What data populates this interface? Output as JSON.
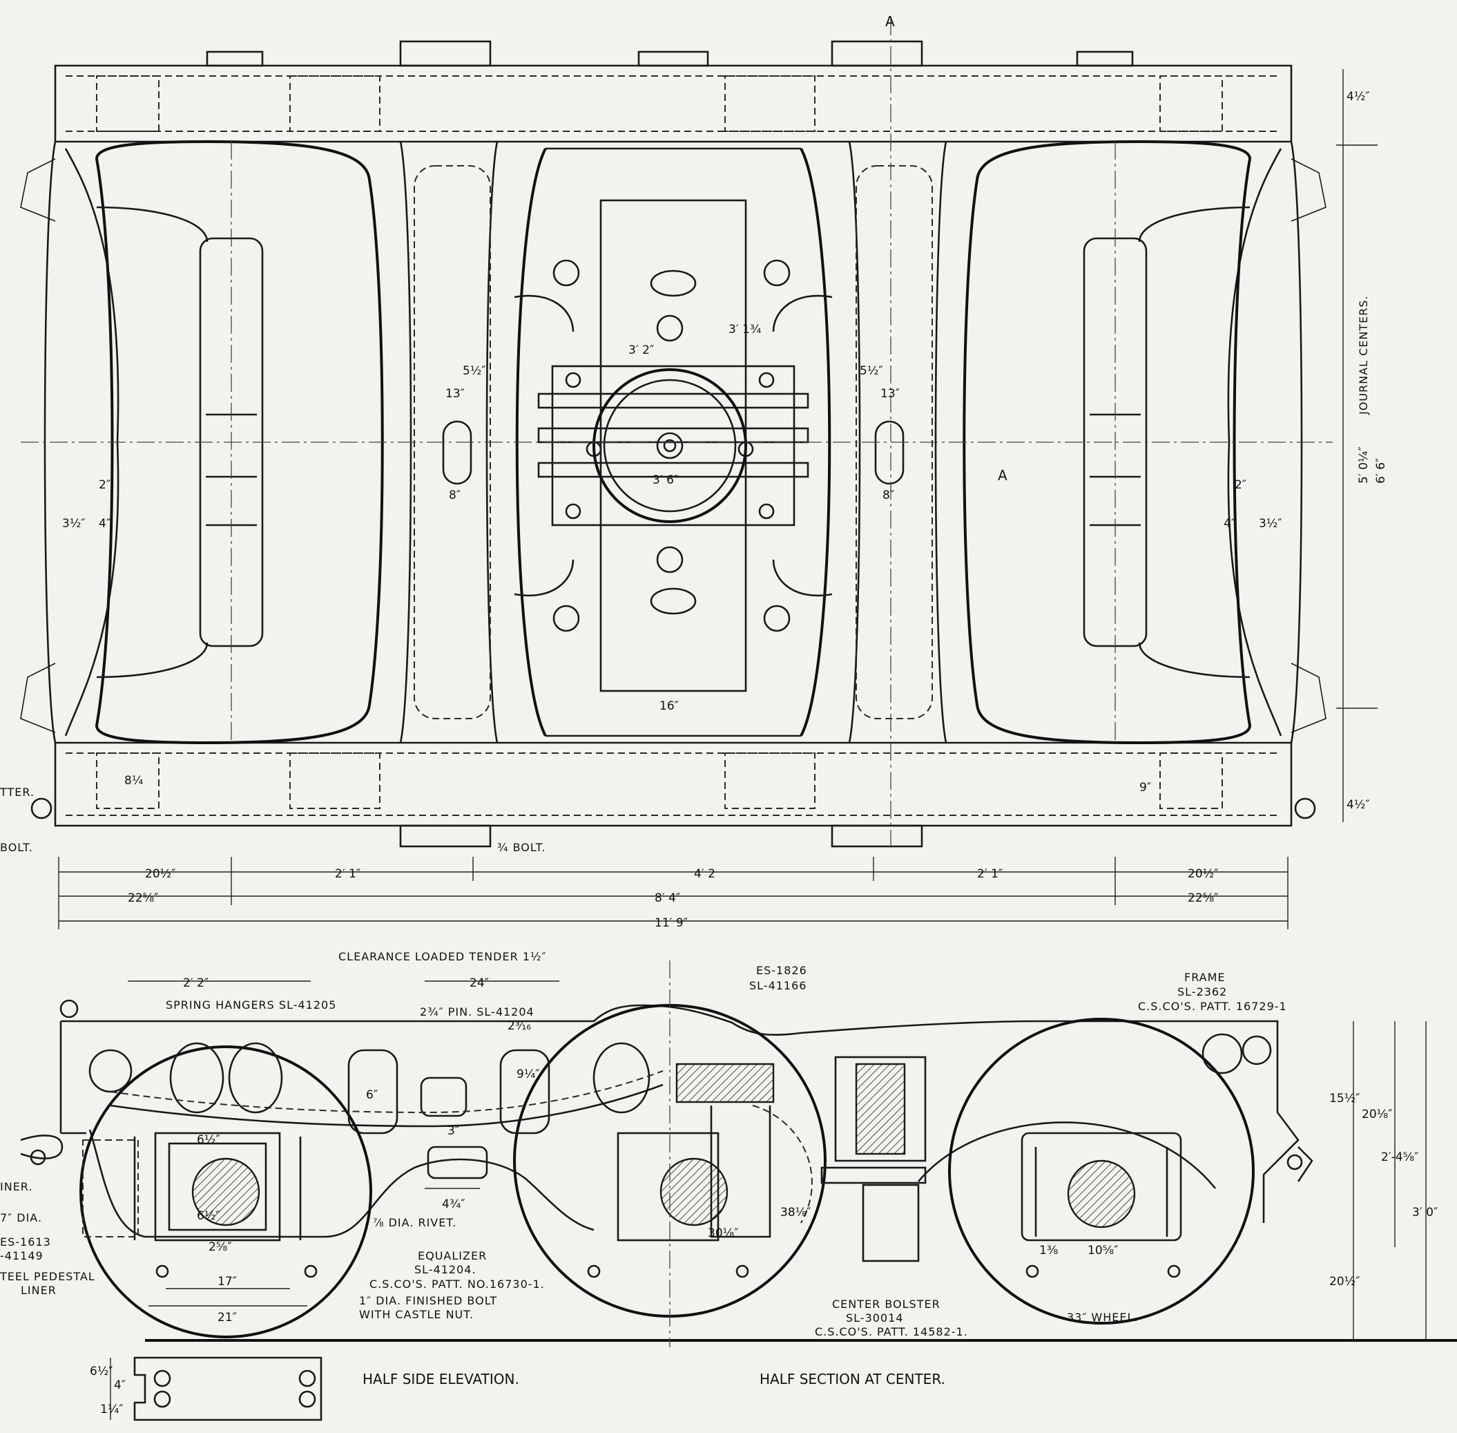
{
  "section_marks": {
    "top": "A",
    "bottom": "A"
  },
  "plan_dims": {
    "end_20a": "20½″",
    "span_2_1a": "2′ 1″",
    "center_4_2": "4′ 2",
    "span_2_1b": "2′ 1″",
    "end_20b": "20½″",
    "end_22a": "22⅝″",
    "wheelbase": "8′ 4″",
    "end_22b": "22⅝″",
    "overall": "11′ 9″",
    "bolster_width": "16″",
    "center_pin": "3′ 6″",
    "c_3_2": "3′ 2″",
    "c_3_1": "3′ 1¾",
    "d_5a": "5½″",
    "d_5b": "5½″",
    "d_13a": "13″",
    "d_13b": "13″",
    "d_8a": "8″",
    "d_8b": "8″",
    "d_2a": "2″",
    "d_2b": "2″",
    "d_3a": "3½″",
    "d_4a": "4″",
    "d_4b": "4″",
    "d_3b": "3½″",
    "d_9": "9″",
    "d_8q": "8¼",
    "d_4top": "4½″",
    "d_4bot": "4½″",
    "journal_a": "5′ 0¼″",
    "journal_b": "6′ 6″",
    "journal_label": "JOURNAL CENTERS.",
    "bolt_label": "¾ BOLT.",
    "left_tter": "TTER.",
    "left_bolt": "BOLT."
  },
  "elev_labels": {
    "clearance": "CLEARANCE LOADED TENDER 1½″",
    "d_2_2": "2′ 2″",
    "d_24": "24″",
    "spring_hangers": "SPRING HANGERS SL-41205",
    "pin": "2¾″ PIN. SL-41204",
    "es1826": "ES-1826",
    "sl41166": "SL-41166",
    "frame": "FRAME",
    "sl2362": "SL-2362",
    "frame_patt": "C.S.CO'S. PATT. 16729-1",
    "inner": "INER.",
    "dia7": "7″ DIA.",
    "es1613": "ES-1613",
    "sl4114": "-41149",
    "pedestal_1": "TEEL PEDESTAL",
    "pedestal_2": "LINER",
    "rivet": "⅞ DIA. RIVET.",
    "equalizer": "EQUALIZER",
    "eq_sl": "SL-41204.",
    "eq_patt": "C.S.CO'S. PATT. NO.16730-1.",
    "fin_bolt_1": "1″ DIA. FINISHED BOLT",
    "fin_bolt_2": "WITH CASTLE NUT.",
    "center_bolster": "CENTER BOLSTER",
    "cb_sl": "SL-30014",
    "cb_patt": "C.S.CO'S. PATT. 14582-1.",
    "wheel": "33″ WHEEL.",
    "d_17": "17″",
    "d_21": "21″",
    "d_4_3": "4¾″",
    "d_3": "3″",
    "d_6": "6″",
    "d_9q": "9¼″",
    "d_2_3": "2³⁄₁₆",
    "d_6h": "6½″",
    "d_6h2": "6½″",
    "d_2_5": "2⁵⁄₈″",
    "d_30": "30⅛″",
    "d_38": "38⅛″",
    "d_10": "10⅝″",
    "d_1_3": "1⅜",
    "d_15": "15½″",
    "d_20_1": "20⅛″",
    "d_2_4": "2′-4⅝″",
    "d_3_0": "3′ 0″",
    "d_20b": "20½″"
  },
  "captions": {
    "side": "HALF SIDE ELEVATION.",
    "section": "HALF SECTION AT CENTER.",
    "key_1": "6½″",
    "key_2": "4″",
    "key_3": "1¼″"
  }
}
